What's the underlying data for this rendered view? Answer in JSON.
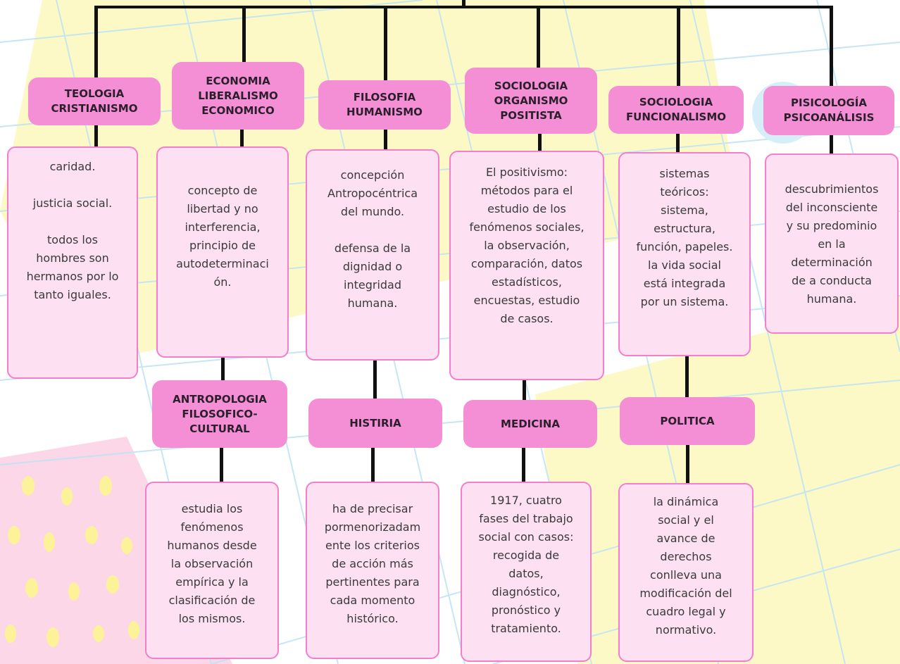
{
  "colors": {
    "header_fill": "#f48fd6",
    "box_fill": "#fde0f1",
    "box_border": "#f27fcb",
    "connector": "#111111",
    "background_grid": "#bfe4f3",
    "background_yellow": "#fdf7b8"
  },
  "headers": {
    "teologia": "TEOLOGIA\nCRISTIANISMO",
    "economia": "ECONOMIA\nLIBERALISMO\nECONOMICO",
    "filosofia": "FILOSOFIA\nHUMANISMO",
    "sociologia_organismo": "SOCIOLOGIA\nORGANISMO\nPOSITISTA",
    "sociologia_funcionalismo": "SOCIOLOGIA\nFUNCIONALISMO",
    "psicologia": "PISICOLOGÍA\nPSICOANÁLISIS",
    "antropologia": "ANTROPOLOGIA\nFILOSOFICO-\nCULTURAL",
    "historia": "HISTIRIA",
    "medicina": "MEDICINA",
    "politica": "POLITICA"
  },
  "descriptions": {
    "teologia": "caridad.\n\njusticia social.\n\ntodos los\nhombres son\nhermanos por lo\ntanto iguales.",
    "economia": "concepto de\nlibertad y no\ninterferencia,\nprincipio de\nautodeterminaci\nón.",
    "filosofia": "concepción\nAntropocéntrica\ndel mundo.\n\ndefensa de la\ndignidad o\nintegridad\nhumana.",
    "sociologia_organismo": "El positivismo:\nmétodos para el\nestudio de los\nfenómenos sociales,\nla observación,\ncomparación, datos\nestadísticos,\nencuestas, estudio\nde casos.",
    "sociologia_funcionalismo": "sistemas\nteóricos:\nsistema,\nestructura,\nfunción, papeles.\nla vida social\nestá integrada\npor un sistema.",
    "psicologia": "descubrimientos\ndel inconsciente\ny su predominio\nen la\ndeterminación\nde a conducta\nhumana.",
    "antropologia": "estudia los\nfenómenos\nhumanos desde\nla observación\nempírica y la\nclasificación de\nlos mismos.",
    "historia": "ha de precisar\npormenorizadam\nente los criterios\nde acción más\npertinentes para\ncada momento\nhistórico.",
    "medicina": "1917, cuatro\nfases del trabajo\nsocial con casos:\nrecogida de\ndatos,\ndiagnóstico,\npronóstico y\ntratamiento.",
    "politica": "la dinámica\nsocial y el\navance de\nderechos\nconlleva una\nmodificación del\ncuadro legal y\nnormativo."
  }
}
